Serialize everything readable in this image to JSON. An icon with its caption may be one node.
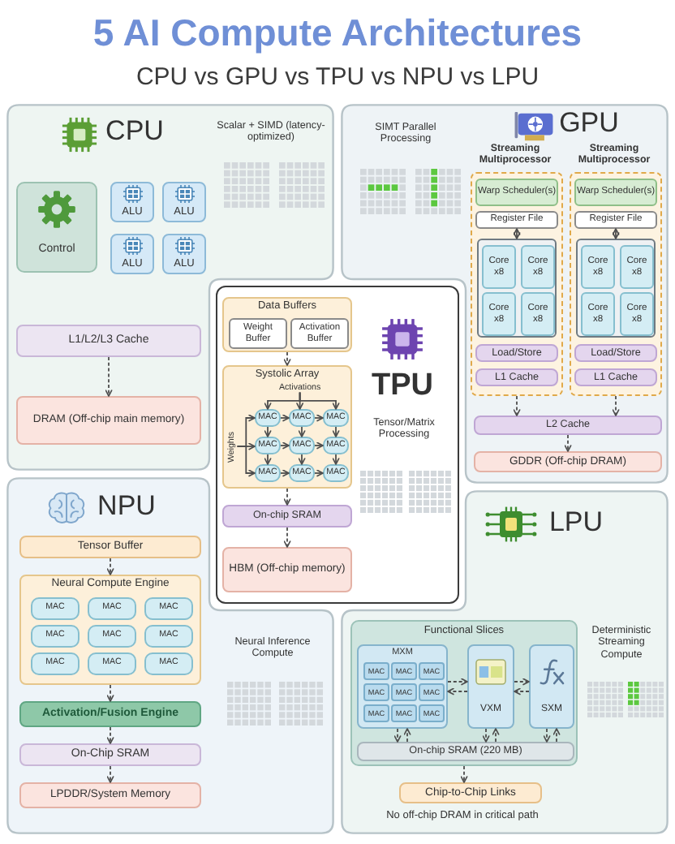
{
  "diagram": {
    "title": "5 AI Compute Architectures",
    "nodes": [
      {
        "text": [
          "CPU",
          "Scalar + SIMD (latency-optimized)"
        ]
      },
      {
        "text": [
          "Control"
        ],
        "in": 0
      },
      {
        "text": [
          "ALU"
        ],
        "in": 0
      },
      {
        "text": [
          "ALU"
        ],
        "in": 0
      },
      {
        "text": [
          "ALU"
        ],
        "in": 0
      },
      {
        "text": [
          "ALU"
        ],
        "in": 0
      },
      {
        "text": [
          "L1/L2/L3 Cache"
        ],
        "in": 0
      },
      {
        "text": [
          "DRAM (Off-chip main memory)"
        ],
        "in": 0
      },
      {
        "text": [
          "GPU",
          "SIMT Parallel Processing"
        ]
      },
      {
        "text": [
          "Streaming Multiprocessor"
        ],
        "in": 8
      },
      {
        "text": [
          "Warp Scheduler(s)"
        ],
        "in": 9
      },
      {
        "text": [
          "Register File"
        ],
        "in": 9
      },
      {
        "text": [],
        "shape": "box",
        "in": 9
      },
      {
        "text": [
          "Core x8"
        ],
        "in": 12
      },
      {
        "text": [
          "Core x8"
        ],
        "in": 12
      },
      {
        "text": [
          "Core x8"
        ],
        "in": 12
      },
      {
        "text": [
          "Core x8"
        ],
        "in": 12
      },
      {
        "text": [
          "Load/Store"
        ],
        "in": 9
      },
      {
        "text": [
          "L1 Cache"
        ],
        "in": 9
      },
      {
        "text": [
          "Streaming Multiprocessor"
        ],
        "in": 8
      },
      {
        "text": [
          "Warp Scheduler(s)"
        ],
        "in": 19
      },
      {
        "text": [
          "Register File"
        ],
        "in": 19
      },
      {
        "text": [],
        "shape": "box",
        "in": 19
      },
      {
        "text": [
          "Core x8"
        ],
        "in": 22
      },
      {
        "text": [
          "Core x8"
        ],
        "in": 22
      },
      {
        "text": [
          "Core x8"
        ],
        "in": 22
      },
      {
        "text": [
          "Core x8"
        ],
        "in": 22
      },
      {
        "text": [
          "Load/Store"
        ],
        "in": 19
      },
      {
        "text": [
          "L1 Cache"
        ],
        "in": 19
      },
      {
        "text": [
          "L2 Cache"
        ],
        "in": 8
      },
      {
        "text": [
          "GDDR (Off-chip DRAM)"
        ],
        "in": 8
      },
      {
        "text": [
          "TPU",
          "Tensor/Matrix Processing"
        ]
      },
      {
        "text": [
          "Data Buffers"
        ],
        "in": 31
      },
      {
        "text": [
          "Weight Buffer"
        ],
        "in": 32
      },
      {
        "text": [
          "Activation Buffer"
        ],
        "in": 32
      },
      {
        "text": [
          "Systolic Array"
        ],
        "in": 31
      },
      {
        "text": [
          "Activations"
        ],
        "in": 35
      },
      {
        "text": [
          "Weights"
        ],
        "in": 35
      },
      {
        "text": [
          "MAC"
        ],
        "in": 35
      },
      {
        "text": [
          "MAC"
        ],
        "in": 35
      },
      {
        "text": [
          "MAC"
        ],
        "in": 35
      },
      {
        "text": [
          "MAC"
        ],
        "in": 35
      },
      {
        "text": [
          "MAC"
        ],
        "in": 35
      },
      {
        "text": [
          "MAC"
        ],
        "in": 35
      },
      {
        "text": [
          "MAC"
        ],
        "in": 35
      },
      {
        "text": [
          "MAC"
        ],
        "in": 35
      },
      {
        "text": [
          "MAC"
        ],
        "in": 35
      },
      {
        "text": [
          "On-chip SRAM"
        ],
        "in": 31
      },
      {
        "text": [
          "HBM (Off-chip memory)"
        ],
        "in": 31
      },
      {
        "text": [
          "NPU",
          "Neural Inference Compute"
        ]
      },
      {
        "text": [
          "Tensor Buffer"
        ],
        "in": 49
      },
      {
        "text": [
          "Neural Compute Engine"
        ],
        "in": 49
      },
      {
        "text": [
          "MAC"
        ],
        "in": 51
      },
      {
        "text": [
          "MAC"
        ],
        "in": 51
      },
      {
        "text": [
          "MAC"
        ],
        "in": 51
      },
      {
        "text": [
          "MAC"
        ],
        "in": 51
      },
      {
        "text": [
          "MAC"
        ],
        "in": 51
      },
      {
        "text": [
          "MAC"
        ],
        "in": 51
      },
      {
        "text": [
          "MAC"
        ],
        "in": 51
      },
      {
        "text": [
          "MAC"
        ],
        "in": 51
      },
      {
        "text": [
          "MAC"
        ],
        "in": 51
      },
      {
        "text": [
          "Activation/Fusion Engine"
        ],
        "in": 49
      },
      {
        "text": [
          "On-Chip SRAM"
        ],
        "in": 49
      },
      {
        "text": [
          "LPDDR/System Memory"
        ],
        "in": 49
      },
      {
        "text": [
          "LPU",
          "Deterministic Streaming Compute",
          "No off-chip DRAM in critical path"
        ]
      },
      {
        "text": [
          "Functional Slices"
        ],
        "in": 64
      },
      {
        "text": [
          "MXM"
        ],
        "in": 65
      },
      {
        "text": [
          "MAC"
        ],
        "in": 66
      },
      {
        "text": [
          "MAC"
        ],
        "in": 66
      },
      {
        "text": [
          "MAC"
        ],
        "in": 66
      },
      {
        "text": [
          "MAC"
        ],
        "in": 66
      },
      {
        "text": [
          "MAC"
        ],
        "in": 66
      },
      {
        "text": [
          "MAC"
        ],
        "in": 66
      },
      {
        "text": [
          "MAC"
        ],
        "in": 66
      },
      {
        "text": [
          "MAC"
        ],
        "in": 66
      },
      {
        "text": [
          "MAC"
        ],
        "in": 66
      },
      {
        "text": [
          "VXM"
        ],
        "in": 65
      },
      {
        "text": [
          "SXM"
        ],
        "in": 65
      },
      {
        "text": [
          "On-chip SRAM (220 MB)"
        ],
        "in": 65
      },
      {
        "text": [
          "Chip-to-Chip Links"
        ],
        "in": 64
      }
    ],
    "edges": [
      {
        "from": 6,
        "to": 7,
        "arrow": "to",
        "style": "dashed"
      },
      {
        "from": 11,
        "to": 12,
        "arrow": "both"
      },
      {
        "from": 21,
        "to": 22,
        "arrow": "both"
      },
      {
        "from": 9,
        "to": 29,
        "arrow": "to",
        "style": "dashed"
      },
      {
        "from": 19,
        "to": 29,
        "arrow": "to",
        "style": "dashed"
      },
      {
        "from": 29,
        "to": 30,
        "arrow": "to",
        "style": "dashed"
      },
      {
        "from": 32,
        "to": 35,
        "arrow": "to",
        "style": "dashed"
      },
      {
        "from": 36,
        "to": 38,
        "arrow": "to"
      },
      {
        "from": 36,
        "to": 39,
        "arrow": "to"
      },
      {
        "from": 36,
        "to": 40,
        "arrow": "to"
      },
      {
        "from": 37,
        "to": 38,
        "arrow": "to"
      },
      {
        "from": 37,
        "to": 41,
        "arrow": "to"
      },
      {
        "from": 37,
        "to": 44,
        "arrow": "to"
      },
      {
        "from": 38,
        "to": 39,
        "arrow": "to"
      },
      {
        "from": 39,
        "to": 40,
        "arrow": "to"
      },
      {
        "from": 41,
        "to": 42,
        "arrow": "to"
      },
      {
        "from": 42,
        "to": 43,
        "arrow": "to"
      },
      {
        "from": 44,
        "to": 45,
        "arrow": "to"
      },
      {
        "from": 45,
        "to": 46,
        "arrow": "to"
      },
      {
        "from": 38,
        "to": 41,
        "arrow": "to"
      },
      {
        "from": 41,
        "to": 44,
        "arrow": "to"
      },
      {
        "from": 39,
        "to": 42,
        "arrow": "to"
      },
      {
        "from": 42,
        "to": 45,
        "arrow": "to"
      },
      {
        "from": 40,
        "to": 43,
        "arrow": "to"
      },
      {
        "from": 43,
        "to": 46,
        "arrow": "to"
      },
      {
        "from": 35,
        "to": 47,
        "arrow": "to",
        "style": "dashed"
      },
      {
        "from": 47,
        "to": 48,
        "arrow": "to",
        "style": "dashed"
      },
      {
        "from": 50,
        "to": 51,
        "arrow": "to",
        "style": "dashed"
      },
      {
        "from": 51,
        "to": 61,
        "arrow": "to",
        "style": "dashed"
      },
      {
        "from": 61,
        "to": 62,
        "arrow": "to",
        "style": "dashed"
      },
      {
        "from": 62,
        "to": 63,
        "arrow": "to",
        "style": "dashed"
      },
      {
        "from": 66,
        "to": 76,
        "arrow": "to",
        "style": "dashed"
      },
      {
        "from": 76,
        "to": 66,
        "arrow": "to",
        "style": "dashed"
      },
      {
        "from": 76,
        "to": 77,
        "arrow": "to",
        "style": "dashed"
      },
      {
        "from": 77,
        "to": 76,
        "arrow": "to",
        "style": "dashed"
      },
      {
        "from": 66,
        "to": 78,
        "arrow": "to",
        "style": "dashed"
      },
      {
        "from": 78,
        "to": 66,
        "arrow": "to",
        "style": "dashed"
      },
      {
        "from": 76,
        "to": 78,
        "arrow": "to",
        "style": "dashed"
      },
      {
        "from": 78,
        "to": 76,
        "arrow": "to",
        "style": "dashed"
      },
      {
        "from": 77,
        "to": 78,
        "arrow": "to",
        "style": "dashed"
      },
      {
        "from": 78,
        "to": 77,
        "arrow": "to",
        "style": "dashed"
      },
      {
        "from": 65,
        "to": 79,
        "arrow": "to",
        "style": "dashed"
      }
    ],
    "labels": [
      "CPU vs GPU vs TPU vs NPU vs LPU"
    ]
  }
}
